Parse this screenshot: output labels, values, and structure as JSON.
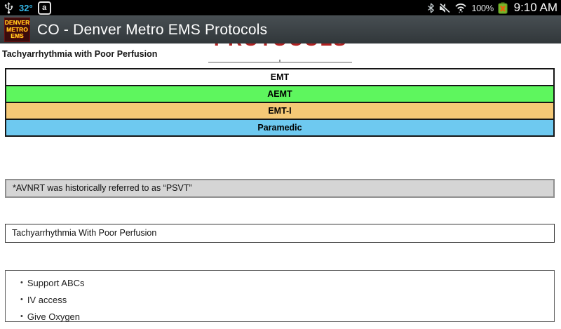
{
  "status_bar": {
    "temperature": "32°",
    "amazon_letter": "a",
    "battery_percent": "100%",
    "time": "9:10 AM",
    "temp_color": "#33B5E5",
    "battery_color": "#76B82A",
    "battery_x_color": "#E8650F"
  },
  "action_bar": {
    "title": "CO - Denver Metro EMS Protocols",
    "logo_lines": [
      "DENVER",
      "METRO",
      "EMS"
    ]
  },
  "content": {
    "clipped_heading": "PROTOCOLS",
    "clipped_heading_color": "#B22222",
    "page_title": "Tachyarrhythmia with Poor Perfusion",
    "levels": [
      {
        "label": "EMT",
        "color": "#FFFFFF"
      },
      {
        "label": "AEMT",
        "color": "#5EF65E"
      },
      {
        "label": "EMT-I",
        "color": "#F5C976"
      },
      {
        "label": "Paramedic",
        "color": "#6EC9F0"
      }
    ],
    "note": "*AVNRT was historically referred to as “PSVT”",
    "protocol_name": "Tachyarrhythmia With Poor Perfusion",
    "actions": {
      "items": [
        "Support ABCs",
        "IV access",
        "Give Oxygen"
      ],
      "bullet": "•"
    }
  }
}
